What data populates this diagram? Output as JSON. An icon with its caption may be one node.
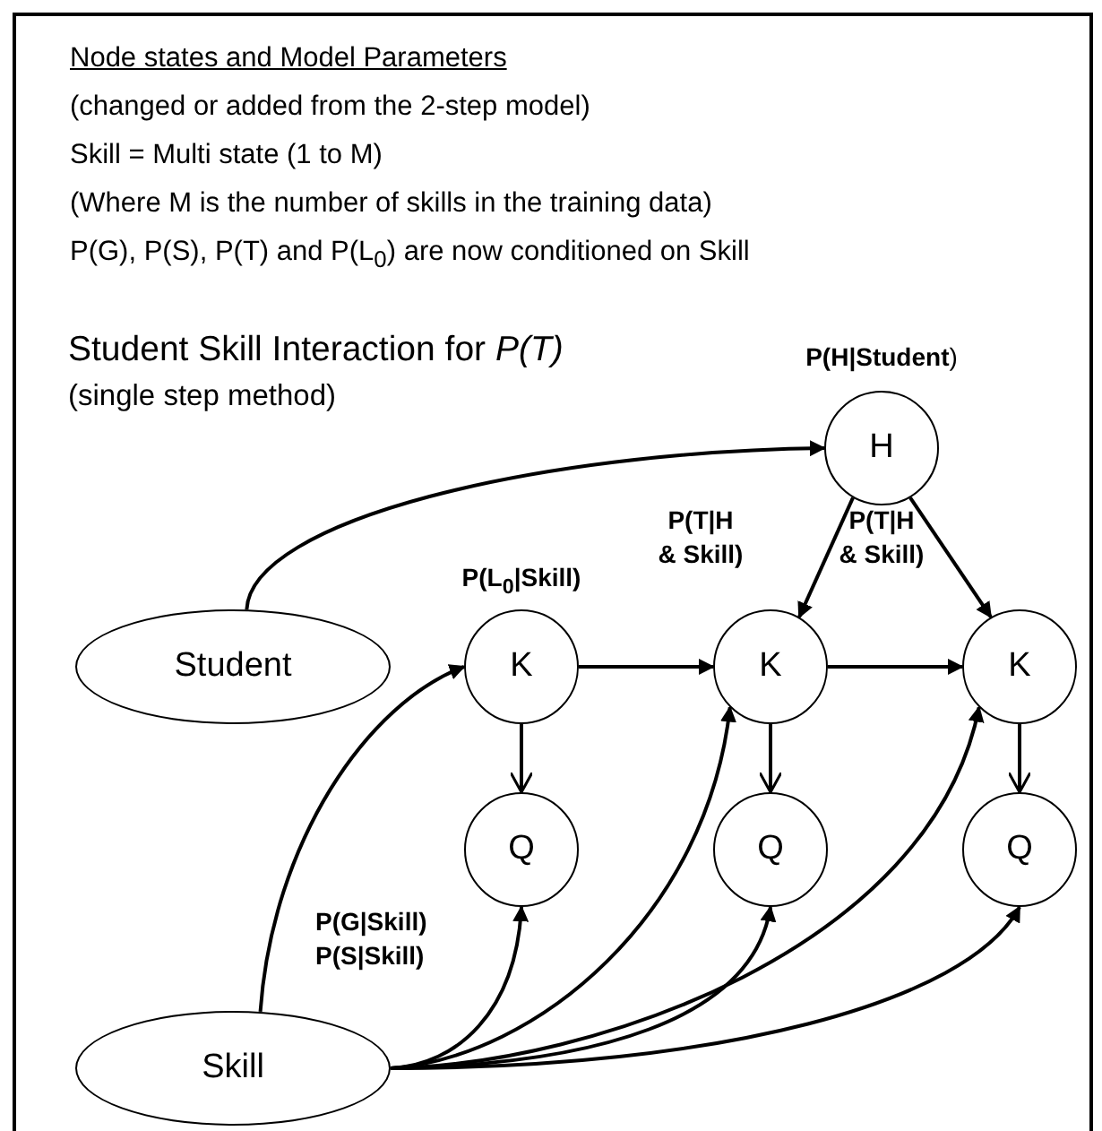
{
  "diagram": {
    "title": "Student Skill Interaction for *P(T)*",
    "nodes": [
      {
        "text": [
          "Student"
        ]
      },
      {
        "text": [
          "Skill"
        ]
      },
      {
        "text": [
          "H"
        ],
        "beside": [
          "**P(H|Student**)"
        ]
      },
      {
        "text": [
          "K"
        ],
        "beside": [
          "P(L$_{0}$|Skill)"
        ]
      },
      {
        "text": [
          "K"
        ]
      },
      {
        "text": [
          "K"
        ]
      },
      {
        "text": [
          "Q"
        ]
      },
      {
        "text": [
          "Q"
        ]
      },
      {
        "text": [
          "Q"
        ]
      }
    ],
    "edges": [
      {
        "from": 0,
        "to": 2,
        "arrow": "to"
      },
      {
        "from": 1,
        "to": 3,
        "arrow": "to"
      },
      {
        "from": 3,
        "to": 4,
        "arrow": "to"
      },
      {
        "from": 4,
        "to": 5,
        "arrow": "to"
      },
      {
        "from": 2,
        "to": 4,
        "arrow": "to",
        "label": "P(T|H & Skill)"
      },
      {
        "from": 2,
        "to": 5,
        "arrow": "to",
        "label": "P(T|H & Skill)"
      },
      {
        "from": 3,
        "to": 6,
        "arrow": "to"
      },
      {
        "from": 4,
        "to": 7,
        "arrow": "to"
      },
      {
        "from": 5,
        "to": 8,
        "arrow": "to"
      },
      {
        "from": 1,
        "to": 6,
        "arrow": "to",
        "label": "P(G|Skill) P(S|Skill)"
      },
      {
        "from": 1,
        "to": 4,
        "arrow": "to"
      },
      {
        "from": 1,
        "to": 7,
        "arrow": "to"
      },
      {
        "from": 1,
        "to": 5,
        "arrow": "to"
      },
      {
        "from": 1,
        "to": 8,
        "arrow": "to"
      }
    ],
    "labels": [
      "Node states and Model Parameters",
      "(changed or added from the 2-step model)",
      "Skill = Multi state (1 to M)",
      "(Where M is the number of skills in the training data)",
      "P(G), P(S), P(T) and P(L$_{0}$) are now conditioned on Skill",
      "(single step method)"
    ]
  }
}
